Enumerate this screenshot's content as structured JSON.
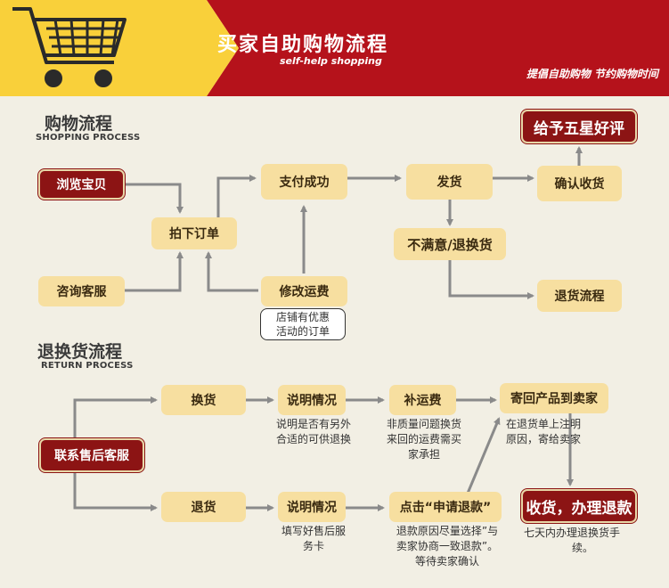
{
  "header": {
    "title_cn": "买家自助购物流程",
    "title_en": "self-help shopping",
    "slogan": "提倡自助购物  节约购物时间"
  },
  "shopping": {
    "title_cn": "购物流程",
    "title_en": "SHOPPING PROCESS",
    "browse": "浏览宝贝",
    "consult": "咨询客服",
    "place_order": "拍下订单",
    "pay_success": "支付成功",
    "modify_fee": "修改运费",
    "modify_note": [
      "店铺有优惠",
      "活动的订单"
    ],
    "ship": "发货",
    "confirm": "确认收货",
    "five_star": "给予五星好评",
    "unsatisfied": "不满意/退换货",
    "refund_flow": "退货流程"
  },
  "returns": {
    "title_cn": "退换货流程",
    "title_en": "RETURN PROCESS",
    "contact": "联系售后客服",
    "exchange": "换货",
    "explain1": "说明情况",
    "explain1_note": [
      "说明是否有另外",
      "合适的可供退换"
    ],
    "extra_fee": "补运费",
    "extra_fee_note": [
      "非质量问题换货",
      "来回的运费需买",
      "家承担"
    ],
    "send_back": "寄回产品到卖家",
    "send_back_note": [
      "在退货单上注明",
      "原因，寄给卖家"
    ],
    "return": "退货",
    "explain2": "说明情况",
    "explain2_note": [
      "填写好售后服",
      "务卡"
    ],
    "apply_refund": "点击“申请退款”",
    "apply_note": [
      "退款原因尽量选择”与",
      "卖家协商一致退款”。",
      "等待卖家确认"
    ],
    "receive": "收货，办理退款",
    "receive_note": [
      "七天内办理退换货手",
      "续。"
    ]
  },
  "colors": {
    "banner_red": "#b5121b",
    "cart_yellow": "#f9d03a",
    "box_yellow": "#f7dfa0",
    "box_red": "#8c1414",
    "arrow_gray": "#8a8a8a"
  }
}
